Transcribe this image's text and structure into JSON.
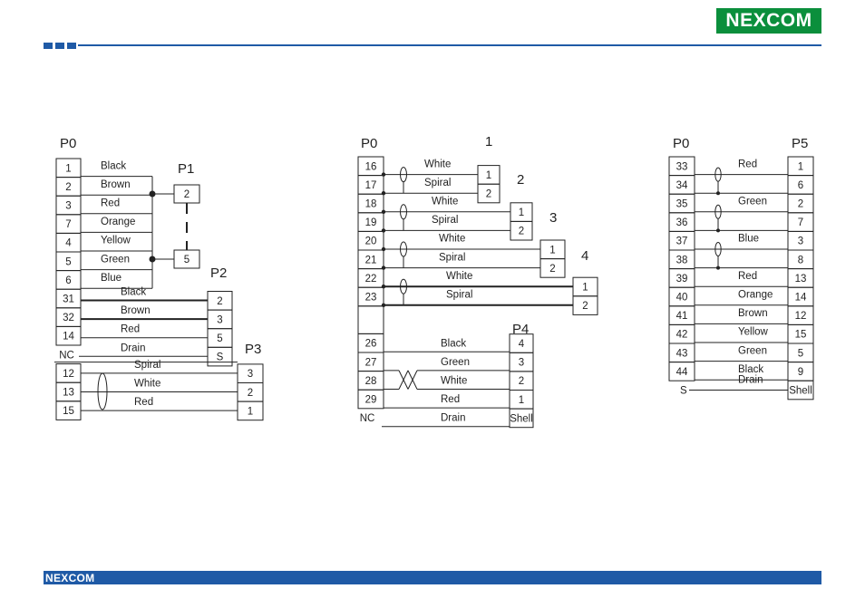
{
  "colors": {
    "brand_blue": "#1f5aa6",
    "brand_green": "#0b8f3c",
    "line": "#222222"
  },
  "header": {
    "logo_text": "NEXCOM"
  },
  "footer": {
    "logo_text": "NEXCOM"
  },
  "diagram_left": {
    "p0_label": "P0",
    "p1_label": "P1",
    "p2_label": "P2",
    "p3_label": "P3",
    "p0_pins": [
      "1",
      "2",
      "3",
      "7",
      "4",
      "5",
      "6",
      "31",
      "32",
      "14",
      "NC",
      "12",
      "13",
      "15"
    ],
    "wires": [
      "Black",
      "Brown",
      "Red",
      "Orange",
      "Yellow",
      "Green",
      "Blue",
      "Black",
      "Brown",
      "Red",
      "Drain",
      "Spiral",
      "White",
      "Red"
    ],
    "p1_pins": [
      "2",
      "5"
    ],
    "p2_pins": [
      "2",
      "3",
      "5",
      "S"
    ],
    "p3_pins": [
      "3",
      "2",
      "1"
    ]
  },
  "diagram_mid": {
    "p0_label": "P0",
    "p0_pins": [
      "16",
      "17",
      "18",
      "19",
      "20",
      "21",
      "22",
      "23",
      "",
      "26",
      "27",
      "28",
      "29",
      "NC"
    ],
    "group_labels": [
      "1",
      "2",
      "3",
      "4"
    ],
    "group_wires": [
      [
        "White",
        "Spiral"
      ],
      [
        "White",
        "Spiral"
      ],
      [
        "White",
        "Spiral"
      ],
      [
        "White",
        "Spiral"
      ]
    ],
    "group_pins": [
      [
        "1",
        "2"
      ],
      [
        "1",
        "2"
      ],
      [
        "1",
        "2"
      ],
      [
        "1",
        "2"
      ]
    ],
    "p4_label": "P4",
    "p4_wires": [
      "Black",
      "Green",
      "White",
      "Red",
      "Drain"
    ],
    "p4_pins": [
      "4",
      "3",
      "2",
      "1",
      "Shell"
    ]
  },
  "diagram_right": {
    "p0_label": "P0",
    "p5_label": "P5",
    "p0_pins": [
      "33",
      "34",
      "35",
      "36",
      "37",
      "38",
      "39",
      "40",
      "41",
      "42",
      "43",
      "44",
      "S"
    ],
    "wires": [
      "Red",
      "Green",
      "Blue",
      "Red",
      "Orange",
      "Brown",
      "Yellow",
      "Green",
      "Black",
      "Drain"
    ],
    "p5_pins": [
      "1",
      "6",
      "2",
      "7",
      "3",
      "8",
      "13",
      "14",
      "12",
      "15",
      "5",
      "9",
      "Shell"
    ]
  }
}
